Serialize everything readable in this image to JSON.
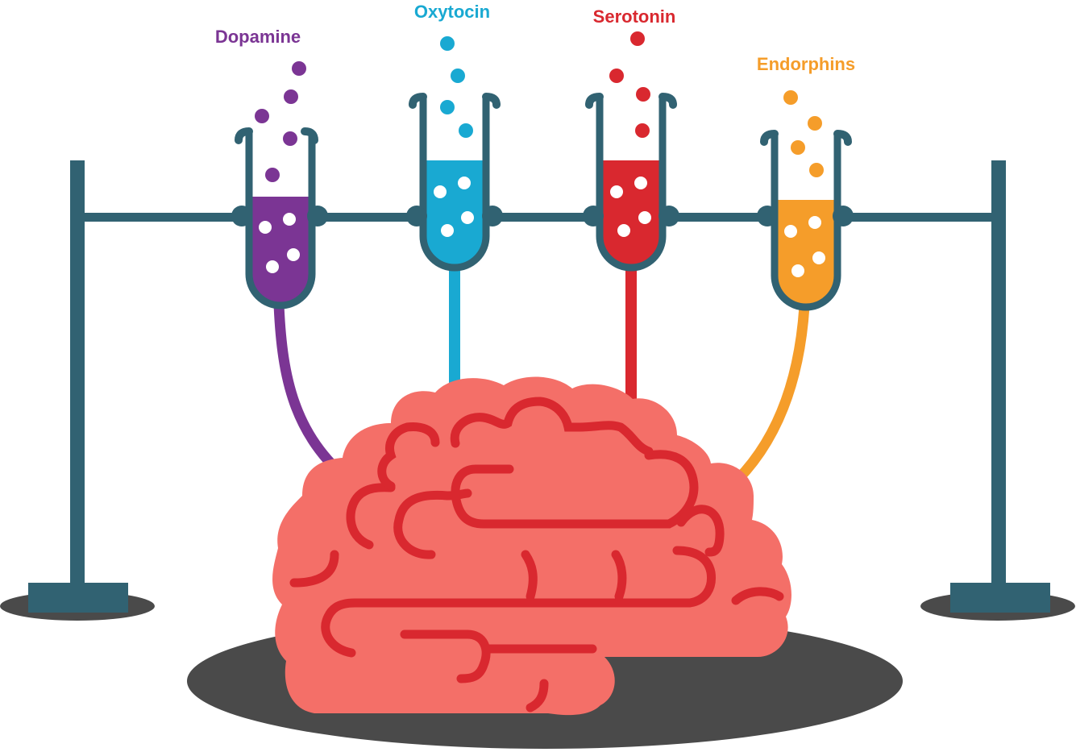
{
  "labels": {
    "dopamine": "Dopamine",
    "oxytocin": "Oxytocin",
    "serotonin": "Serotonin",
    "endorphins": "Endorphins"
  },
  "colors": {
    "dopamine": "#7b3594",
    "oxytocin": "#19a9d2",
    "serotonin": "#d9282f",
    "endorphins": "#f59d2a",
    "stand": "#316272",
    "shadow": "#4a4a4a",
    "brain": "#f46f68",
    "brain_lines": "#d9282f",
    "bubble": "#ffffff"
  },
  "icons": {
    "stand": "lab-stand-icon",
    "tube": "test-tube-icon",
    "brain": "brain-icon"
  }
}
